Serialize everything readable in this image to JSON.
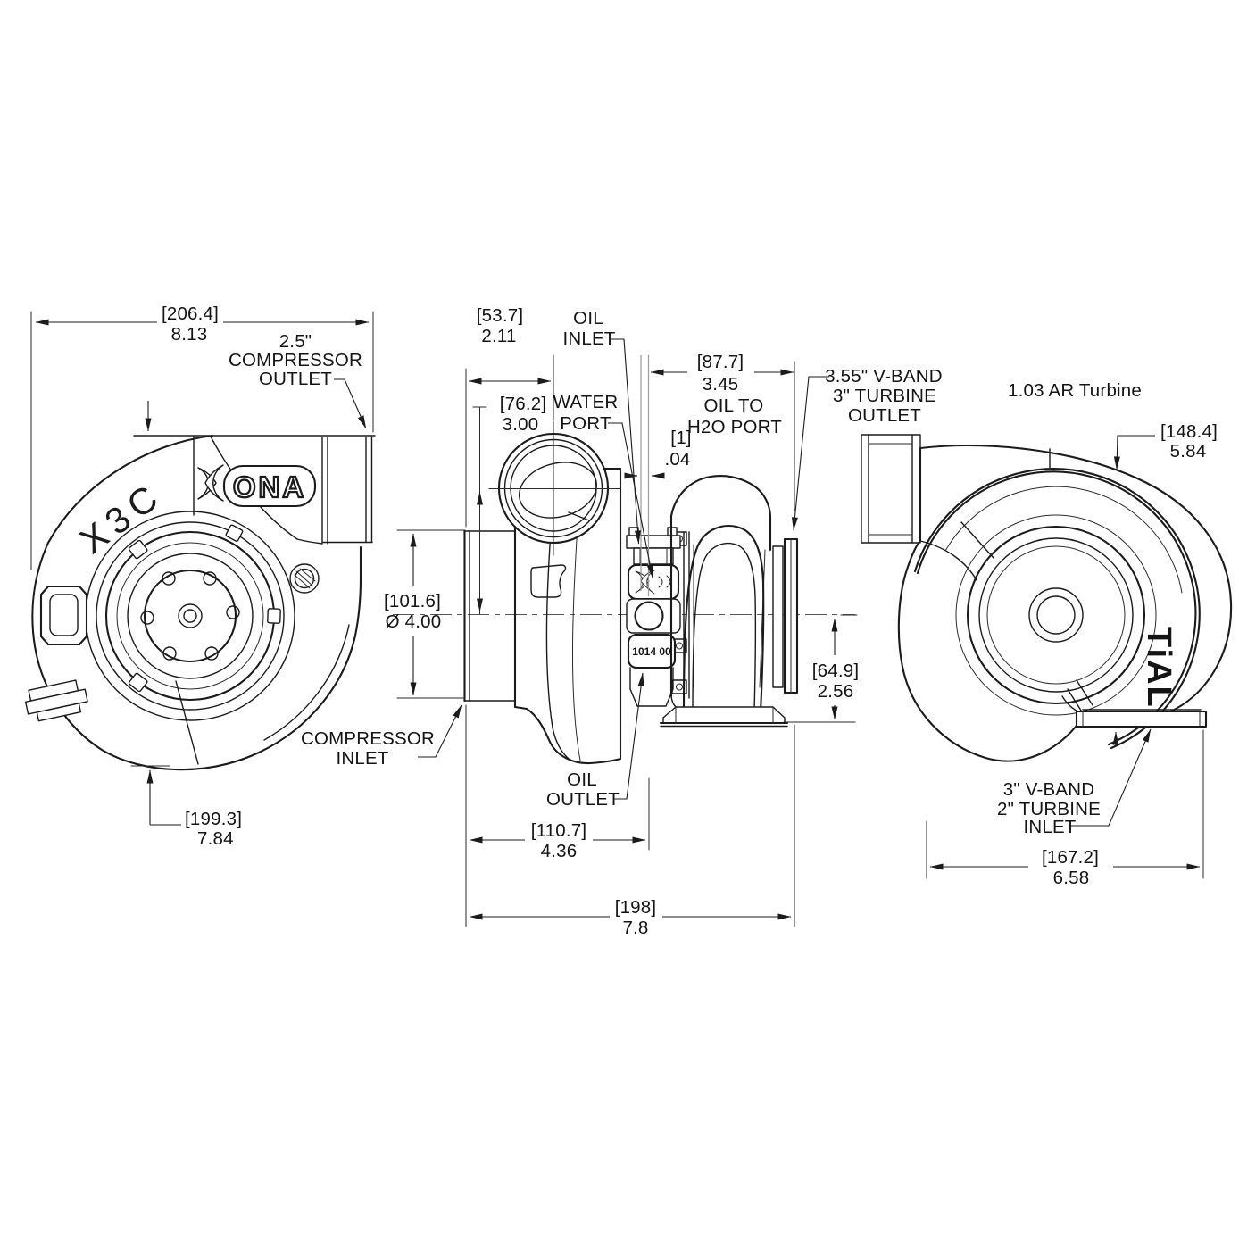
{
  "drawing": {
    "compressor_view": {
      "dim_overall_width_mm": "[206.4]",
      "dim_overall_width_in": "8.13",
      "outlet_label_1": "2.5\"",
      "outlet_label_2": "COMPRESSOR",
      "outlet_label_3": "OUTLET",
      "dim_overall_height_mm": "[199.3]",
      "dim_overall_height_in": "7.84",
      "housing_model_text": "X3C",
      "brand_logo_text": "ONA"
    },
    "side_view": {
      "dim_inlet_to_water_port_mm": "[53.7]",
      "dim_inlet_to_water_port_in": "2.11",
      "dim_water_port_height_mm": "[76.2]",
      "dim_water_port_height_in": "3.00",
      "oil_inlet_label_1": "OIL",
      "oil_inlet_label_2": "INLET",
      "water_port_label_1": "WATER",
      "water_port_label_2": "PORT",
      "dim_port_to_outlet_mm": "[87.7]",
      "dim_port_to_outlet_in": "3.45",
      "oil_to_h2o_label_1": "OIL TO",
      "oil_to_h2o_label_2": "H2O PORT",
      "dim_port_offset_mm": "[1]",
      "dim_port_offset_in": ".04",
      "dim_inlet_diameter_mm": "[101.6]",
      "dim_inlet_diameter_in": "Ø 4.00",
      "compressor_inlet_label_1": "COMPRESSOR",
      "compressor_inlet_label_2": "INLET",
      "oil_outlet_label_1": "OIL",
      "oil_outlet_label_2": "OUTLET",
      "dim_inlet_to_oil_outlet_mm": "[110.7]",
      "dim_inlet_to_oil_outlet_in": "4.36",
      "dim_overall_length_mm": "[198]",
      "dim_overall_length_in": "7.8",
      "dim_centerline_to_inlet_flange_mm": "[64.9]",
      "dim_centerline_to_inlet_flange_in": "2.56",
      "bearing_housing_serial": "1014 00"
    },
    "turbine_view": {
      "outlet_label_1": "3.55\" V-BAND",
      "outlet_label_2": "3\" TURBINE",
      "outlet_label_3": "OUTLET",
      "ar_label": "1.03 AR Turbine",
      "dim_height_mm": "[148.4]",
      "dim_height_in": "5.84",
      "brand_text": "TiAL",
      "inlet_label_1": "3\" V-BAND",
      "inlet_label_2": "2\" TURBINE",
      "inlet_label_3": "INLET",
      "dim_width_mm": "[167.2]",
      "dim_width_in": "6.58"
    }
  }
}
